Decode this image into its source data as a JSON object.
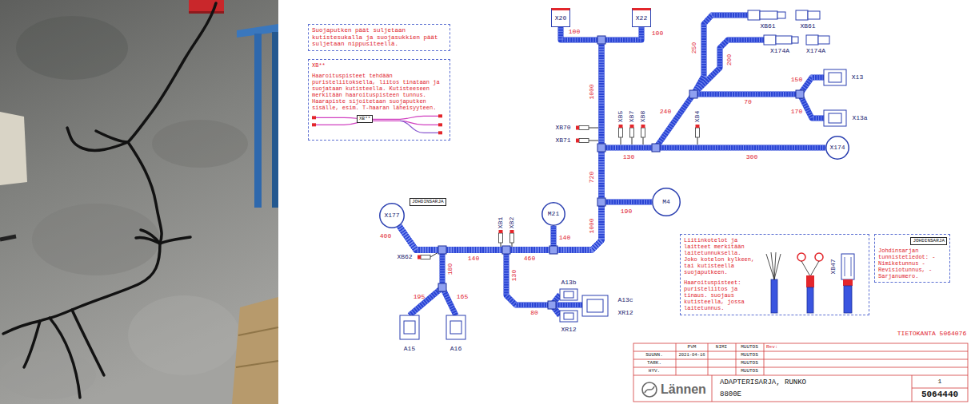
{
  "diagram": {
    "nodes": [
      {
        "text": [
          "Suojaputken päät suljetaan kutistesukalla ja suojasukkien päät suljetaan nippusiteellä."
        ]
      },
      {
        "text": [
          "XB**",
          "Haaroituspisteet tehdään puristeliitoksella, liitos tinataan ja suojataan kutisteella. Kutisteeseen merkitään haaroituspisteen tunnus. Haarapiste sijoitetaan suojaputken sisälle, esim. T-haaran läheisyyteen."
        ]
      },
      {
        "text": [
          "XB**"
        ],
        "in": 1
      },
      {
        "text": [
          "X20"
        ]
      },
      {
        "text": [
          "X22"
        ]
      },
      {
        "text": [
          "X174"
        ]
      },
      {
        "text": [
          "M21"
        ]
      },
      {
        "text": [
          "M4"
        ]
      },
      {
        "text": [
          "X177"
        ]
      },
      {
        "text": [
          "JOHDINSARJA"
        ]
      },
      {
        "text": [
          "Liitinkotelot ja laitteet merkitään laitetunnuksella. Joko kotelon kylkeen, tai kutisteella suojaputkeen.",
          "Haaroituspisteet: puristeliitos ja tinaus. suojaus kutisteella, jossa laitetunnus."
        ]
      },
      {
        "text": [
          "Johdinsarjan tunnistetiedot: -Nimiketunnus -Revisiotunnus, -Sarjanumero."
        ]
      },
      {
        "text": [
          "JOHDINSARJA"
        ],
        "in": 11
      }
    ],
    "edges": [
      {
        "from": 8,
        "to": 3,
        "arrow": "none"
      },
      {
        "from": 8,
        "to": 4,
        "arrow": "none"
      },
      {
        "from": 8,
        "to": 5,
        "arrow": "none"
      },
      {
        "from": 8,
        "to": 6,
        "arrow": "none"
      },
      {
        "from": 8,
        "to": 7,
        "arrow": "none"
      }
    ],
    "labels": [
      "100",
      "100",
      "1000",
      "XB70",
      "XB71",
      "720",
      "XB61",
      "XB61",
      "X174A",
      "X174A",
      "250",
      "200",
      "70",
      "X13",
      "X13a",
      "150",
      "170",
      "240",
      "XB5",
      "XB7",
      "XB8",
      "XB4",
      "130",
      "300",
      "190",
      "1000",
      "140",
      "XB1",
      "XB2",
      "460",
      "140",
      "400",
      "XB62",
      "180",
      "195",
      "165",
      "A15",
      "A16",
      "130",
      "80",
      "A13b",
      "A13c",
      "XR12",
      "XR12",
      "XB47",
      "TIETOKANTA 5064076",
      "PVM",
      "NIMI",
      "MUUTOS",
      "Rev:",
      "SUUNN.",
      "2021-04-16",
      "MUUTOS",
      "TARK.",
      "MUUTOS",
      "HYV.",
      "MUUTOS",
      "Lännen",
      "ADAPTERISARJA, RUNKO",
      "8800E",
      "1",
      "5064440"
    ]
  }
}
